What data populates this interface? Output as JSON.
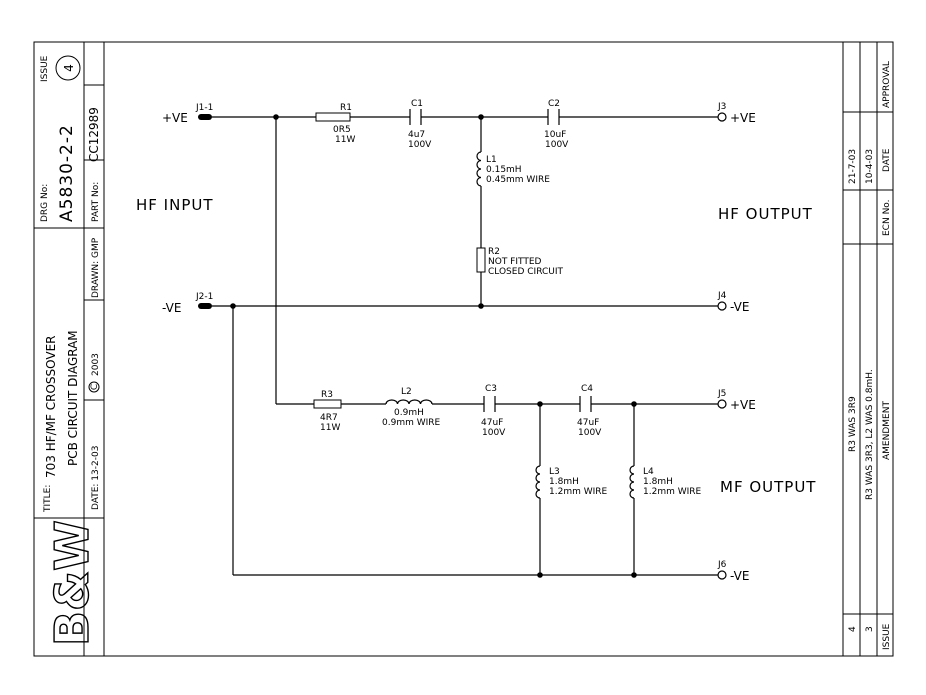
{
  "title_block": {
    "issue_caption": "ISSUE",
    "issue_no": "4",
    "drg_caption": "DRG No:",
    "drg_no": "A5830-2-2",
    "part_caption": "PART No:",
    "part_no": "CC12989",
    "title_caption": "TITLE:",
    "title_line1": "703 HF/MF CROSSOVER",
    "title_line2": "PCB CIRCUIT DIAGRAM",
    "drawn": "DRAWN: GMP",
    "copyright": "2003",
    "copyright_symbol": "C",
    "date": "DATE: 13-2-03",
    "logo": "B&W"
  },
  "labels": {
    "hf_input": "HF INPUT",
    "hf_output": "HF OUTPUT",
    "mf_output": "MF OUTPUT",
    "pos": "+VE",
    "neg": "-VE"
  },
  "connectors": {
    "j1": "J1-1",
    "j2": "J2-1",
    "j3": "J3",
    "j4": "J4",
    "j5": "J5",
    "j6": "J6",
    "j3_sign": "+VE",
    "j4_sign": "-VE",
    "j5_sign": "+VE",
    "j6_sign": "-VE"
  },
  "components": {
    "r1": {
      "ref": "R1",
      "v1": "0R5",
      "v2": "11W"
    },
    "c1": {
      "ref": "C1",
      "v1": "4u7",
      "v2": "100V"
    },
    "c2": {
      "ref": "C2",
      "v1": "10uF",
      "v2": "100V"
    },
    "l1": {
      "ref": "L1",
      "v1": "0.15mH",
      "v2": "0.45mm WIRE"
    },
    "r2": {
      "ref": "R2",
      "v1": "NOT FITTED",
      "v2": "CLOSED CIRCUIT"
    },
    "r3": {
      "ref": "R3",
      "v1": "4R7",
      "v2": "11W"
    },
    "l2": {
      "ref": "L2",
      "v1": "0.9mH",
      "v2": "0.9mm WIRE"
    },
    "c3": {
      "ref": "C3",
      "v1": "47uF",
      "v2": "100V"
    },
    "c4": {
      "ref": "C4",
      "v1": "47uF",
      "v2": "100V"
    },
    "l3": {
      "ref": "L3",
      "v1": "1.8mH",
      "v2": "1.2mm WIRE"
    },
    "l4": {
      "ref": "L4",
      "v1": "1.8mH",
      "v2": "1.2mm WIRE"
    }
  },
  "revisions": {
    "headers": {
      "issue": "ISSUE",
      "amendment": "AMENDMENT",
      "ecn": "ECN No.",
      "date": "DATE",
      "approval": "APPROVAL"
    },
    "rows": [
      {
        "issue": "4",
        "amendment": "R3 WAS 3R9",
        "date": "21-7-03"
      },
      {
        "issue": "3",
        "amendment": "R3 WAS 3R3, L2 WAS 0.8mH.",
        "date": "10-4-03"
      }
    ]
  }
}
